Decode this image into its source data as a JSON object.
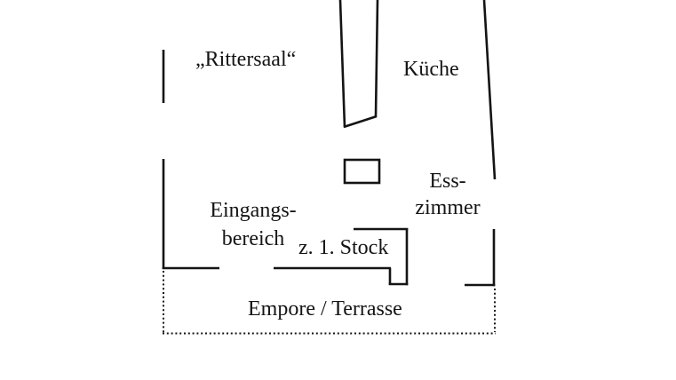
{
  "floor_plan": {
    "background_color": "#ffffff",
    "line_color": "#141414",
    "rooms": {
      "rittersaal": "„Rittersaal“",
      "kueche": "Küche",
      "esszimmer": [
        "Ess-",
        "zimmer"
      ],
      "eingangsbereich": [
        "Eingangs-",
        "bereich"
      ],
      "stairs": "z. 1. Stock",
      "empore": "Empore / Terrasse"
    }
  }
}
